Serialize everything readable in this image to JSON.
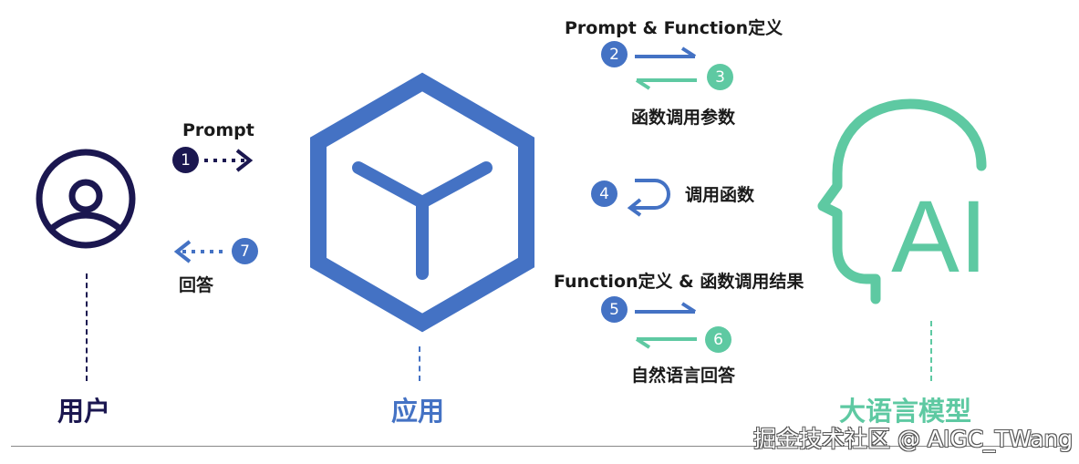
{
  "colors": {
    "navy": "#1b1750",
    "blue": "#4472c4",
    "teal": "#5ec9a2",
    "text": "#1a1a1a",
    "baseline": "#888888"
  },
  "actors": {
    "user": {
      "label": "用户",
      "icon": "user-icon"
    },
    "app": {
      "label": "应用",
      "icon": "cube-icon"
    },
    "llm": {
      "label": "大语言模型",
      "icon": "ai-head-icon",
      "icon_text": "AI"
    }
  },
  "flows": {
    "step1": {
      "number": "1",
      "label": "Prompt"
    },
    "step7": {
      "number": "7",
      "label": "回答"
    },
    "step2": {
      "number": "2"
    },
    "step3": {
      "number": "3"
    },
    "step2_3_top_label": "Prompt & Function定义",
    "step2_3_bottom_label": "函数调用参数",
    "step4": {
      "number": "4",
      "label": "调用函数"
    },
    "step5": {
      "number": "5"
    },
    "step6": {
      "number": "6"
    },
    "step5_6_top_label": "Function定义 & 函数调用结果",
    "step5_6_bottom_label": "自然语言回答"
  },
  "watermark": "掘金技术社区 @ AIGC_TWang"
}
